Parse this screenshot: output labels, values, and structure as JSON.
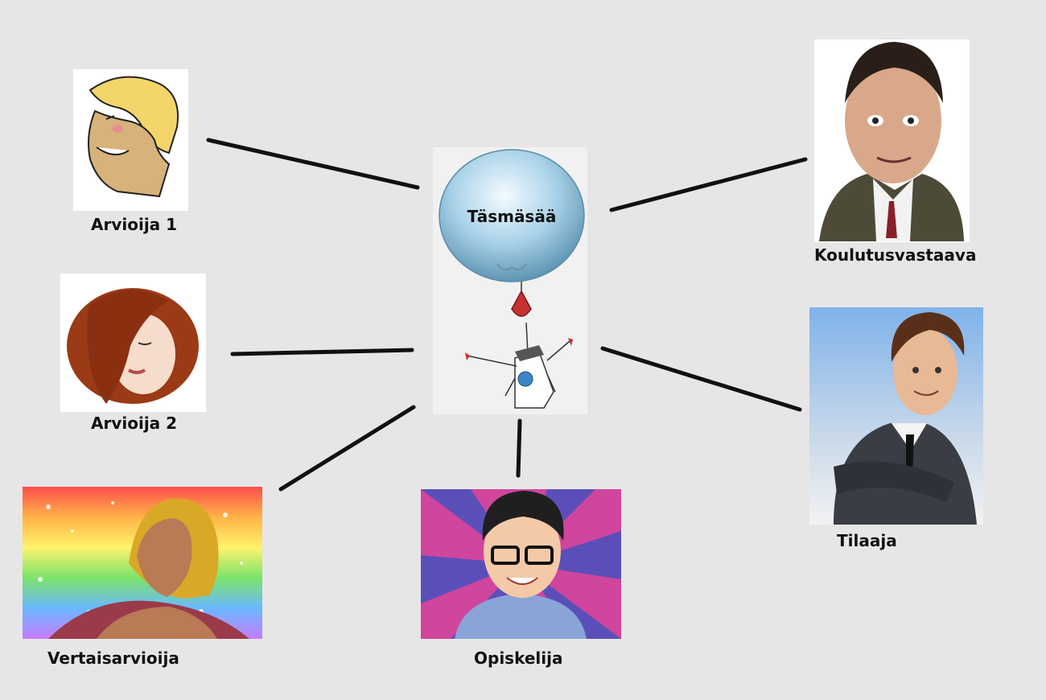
{
  "diagram": {
    "center": {
      "label": "Täsmäsää",
      "image": "hot-air-balloon-robot"
    },
    "nodes": [
      {
        "id": "arvioija1",
        "label": "Arvioija 1",
        "image": "cartoon-blond-man"
      },
      {
        "id": "arvioija2",
        "label": "Arvioija 2",
        "image": "cartoon-red-haired-woman"
      },
      {
        "id": "vertaisarvioija",
        "label": "Vertaisarvioija",
        "image": "he-man-rainbow"
      },
      {
        "id": "opiskelija",
        "label": "Opiskelija",
        "image": "cartoon-boy-glasses"
      },
      {
        "id": "koulutusvastaava",
        "label": "Koulutusvastaava",
        "image": "mr-bean-caricature"
      },
      {
        "id": "tilaaja",
        "label": "Tilaaja",
        "image": "3d-businessman"
      }
    ],
    "colors": {
      "background": "#e6e6e6",
      "connector": "#111111",
      "balloon": "#8fc3df"
    }
  }
}
